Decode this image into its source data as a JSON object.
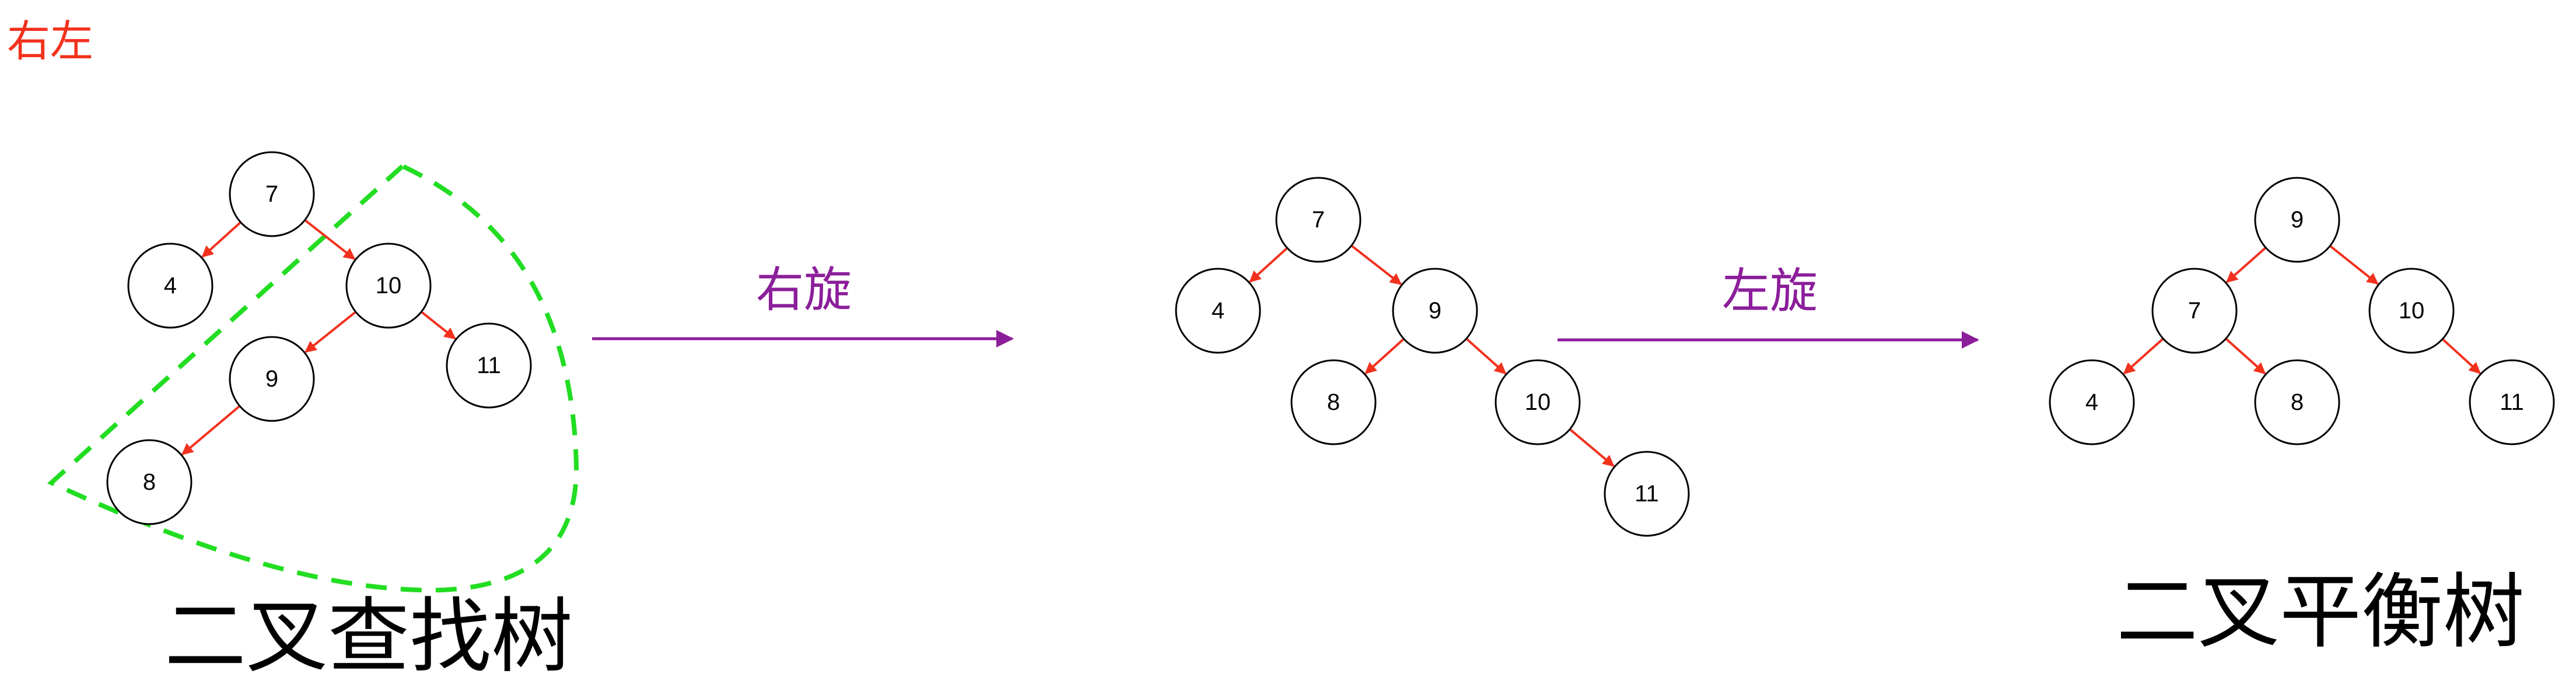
{
  "corner_label": "右左",
  "colors": {
    "edge": "#f2311d",
    "op": "#8b1e9a",
    "corner": "#f2311d",
    "highlight": "#22dd22"
  },
  "left_caption": "二叉查找树",
  "right_caption": "二叉平衡树",
  "operation_1": "右旋",
  "operation_2": "左旋",
  "trees": [
    {
      "nodes": [
        {
          "id": "n7",
          "label": "7"
        },
        {
          "id": "n4",
          "label": "4"
        },
        {
          "id": "n10",
          "label": "10"
        },
        {
          "id": "n9",
          "label": "9"
        },
        {
          "id": "n11",
          "label": "11"
        },
        {
          "id": "n8",
          "label": "8"
        }
      ],
      "edges": [
        [
          "n7",
          "n4"
        ],
        [
          "n7",
          "n10"
        ],
        [
          "n10",
          "n9"
        ],
        [
          "n10",
          "n11"
        ],
        [
          "n9",
          "n8"
        ]
      ]
    },
    {
      "nodes": [
        {
          "id": "n7",
          "label": "7"
        },
        {
          "id": "n4",
          "label": "4"
        },
        {
          "id": "n9",
          "label": "9"
        },
        {
          "id": "n8",
          "label": "8"
        },
        {
          "id": "n10",
          "label": "10"
        },
        {
          "id": "n11",
          "label": "11"
        }
      ],
      "edges": [
        [
          "n7",
          "n4"
        ],
        [
          "n7",
          "n9"
        ],
        [
          "n9",
          "n8"
        ],
        [
          "n9",
          "n10"
        ],
        [
          "n10",
          "n11"
        ]
      ]
    },
    {
      "nodes": [
        {
          "id": "n9",
          "label": "9"
        },
        {
          "id": "n7",
          "label": "7"
        },
        {
          "id": "n10",
          "label": "10"
        },
        {
          "id": "n4",
          "label": "4"
        },
        {
          "id": "n8",
          "label": "8"
        },
        {
          "id": "n11",
          "label": "11"
        }
      ],
      "edges": [
        [
          "n9",
          "n7"
        ],
        [
          "n9",
          "n10"
        ],
        [
          "n7",
          "n4"
        ],
        [
          "n7",
          "n8"
        ],
        [
          "n10",
          "n11"
        ]
      ]
    }
  ]
}
